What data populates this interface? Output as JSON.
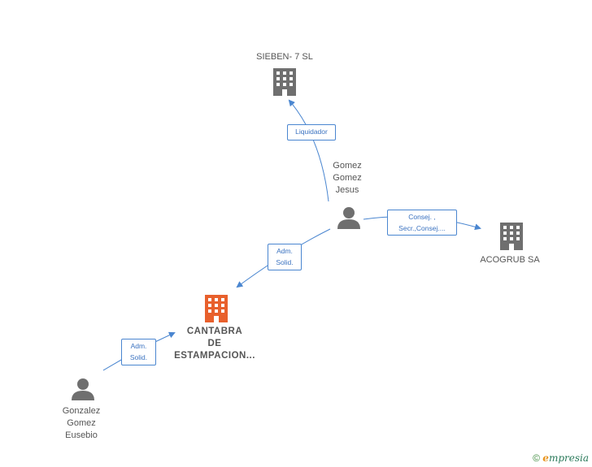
{
  "nodes": {
    "sieben": {
      "name": "SIEBEN- 7 SL",
      "type": "company",
      "icon": "building-icon",
      "color": "#6f6f6f"
    },
    "gomez_jesus": {
      "name_lines": [
        "Gomez",
        "Gomez",
        "Jesus"
      ],
      "type": "person",
      "icon": "person-icon",
      "color": "#6f6f6f"
    },
    "acogrub": {
      "name": "ACOGRUB SA",
      "type": "company",
      "icon": "building-icon",
      "color": "#6f6f6f"
    },
    "cantabra": {
      "name_lines": [
        "CANTABRA",
        "DE",
        "ESTAMPACION..."
      ],
      "type": "company",
      "icon": "building-icon",
      "color": "#e8602c"
    },
    "gonzalez_eusebio": {
      "name_lines": [
        "Gonzalez",
        "Gomez",
        "Eusebio"
      ],
      "type": "person",
      "icon": "person-icon",
      "color": "#6f6f6f"
    }
  },
  "relations": {
    "liquidador": {
      "label": "Liquidador"
    },
    "consej": {
      "lines": [
        "Consej. ,",
        "Secr.,Consej...."
      ]
    },
    "adm_solid_1": {
      "lines": [
        "Adm.",
        "Solid."
      ]
    },
    "adm_solid_2": {
      "lines": [
        "Adm.",
        "Solid."
      ]
    }
  },
  "colors": {
    "edge": "#4a86d0",
    "node_gray": "#6f6f6f",
    "node_main": "#e8602c"
  },
  "footer": {
    "copyright_symbol": "©",
    "brand": "mpresia",
    "brand_initial": "e"
  }
}
